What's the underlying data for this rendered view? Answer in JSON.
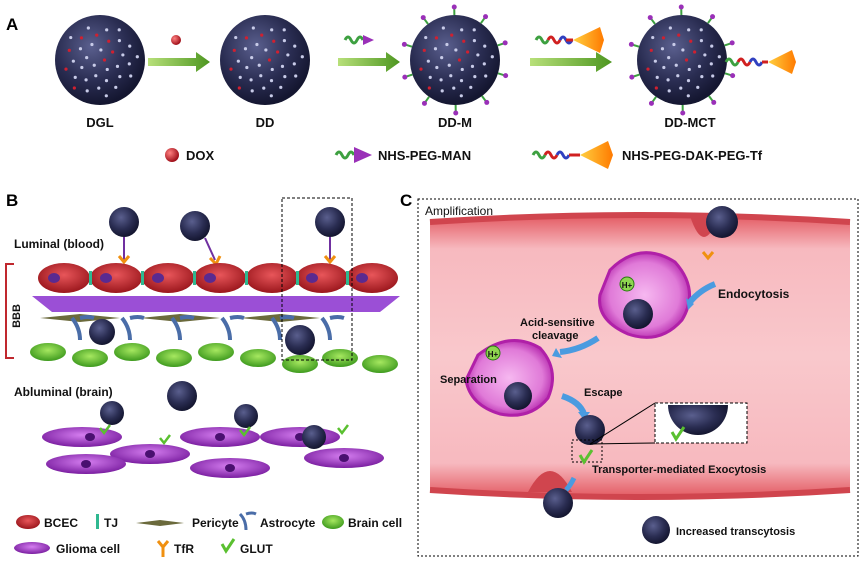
{
  "panel_a": {
    "letter": "A",
    "stages": [
      "DGL",
      "DD",
      "DD-M",
      "DD-MCT"
    ],
    "legend": {
      "dox": "DOX",
      "man": "NHS-PEG-MAN",
      "tf": "NHS-PEG-DAK-PEG-Tf"
    }
  },
  "panel_b": {
    "letter": "B",
    "luminal": "Luminal (blood)",
    "bbb": "BBB",
    "abluminal": "Abluminal (brain)"
  },
  "panel_c": {
    "letter": "C",
    "title": "Amplification",
    "endocytosis": "Endocytosis",
    "acid1": "Acid-sensitive",
    "acid2": "cleavage",
    "separation": "Separation",
    "escape": "Escape",
    "exocytosis": "Transporter-mediated Exocytosis",
    "transcytosis": "Increased transcytosis",
    "proton": "H+"
  },
  "legend_b": {
    "bcec": "BCEC",
    "tj": "TJ",
    "pericyte": "Pericyte",
    "astrocyte": "Astrocyte",
    "brain_cell": "Brain cell",
    "glioma": "Glioma cell",
    "tfr": "TfR",
    "glut": "GLUT"
  },
  "colors": {
    "nanoparticle": "#2a2d52",
    "arrow_green": "#5aa02c",
    "bcec_red": "#c0282e",
    "membrane_purple": "#9b4fd6",
    "brain_cell_green": "#6cc23a",
    "glioma_purple": "#a23bc8",
    "vessel_pink": "#f2a0a8",
    "vesicle_magenta": "#d63cc8",
    "escape_blue": "#4a9be0"
  }
}
